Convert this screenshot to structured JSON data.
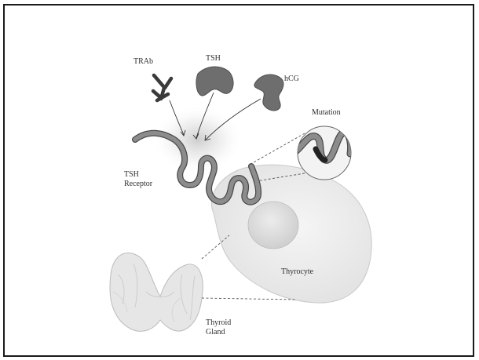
{
  "labels": {
    "trab": "TRAb",
    "tsh": "TSH",
    "hcg": "hCG",
    "mutation": "Mutation",
    "receptor_line1": "TSH",
    "receptor_line2": "Receptor",
    "thyrocyte": "Thyrocyte",
    "gland_line1": "Thyroid",
    "gland_line2": "Gland"
  },
  "colors": {
    "frame_border": "#1a1a1a",
    "receptor_fill": "#8c8c8c",
    "receptor_outline": "#4a4a4a",
    "ligand_fill": "#6e6e6e",
    "antibody": "#3a3a3a",
    "mutation_segment": "#2a2a2a",
    "cell_fill": "#ececec",
    "nucleus_fill": "#dcdcdc",
    "gland_fill": "#e6e6e6",
    "text": "#2e2e2e"
  },
  "icons": {
    "antibody": "y-shaped-antibody-icon",
    "tsh": "hormone-blob-icon",
    "hcg": "hormone-blob-icon"
  }
}
